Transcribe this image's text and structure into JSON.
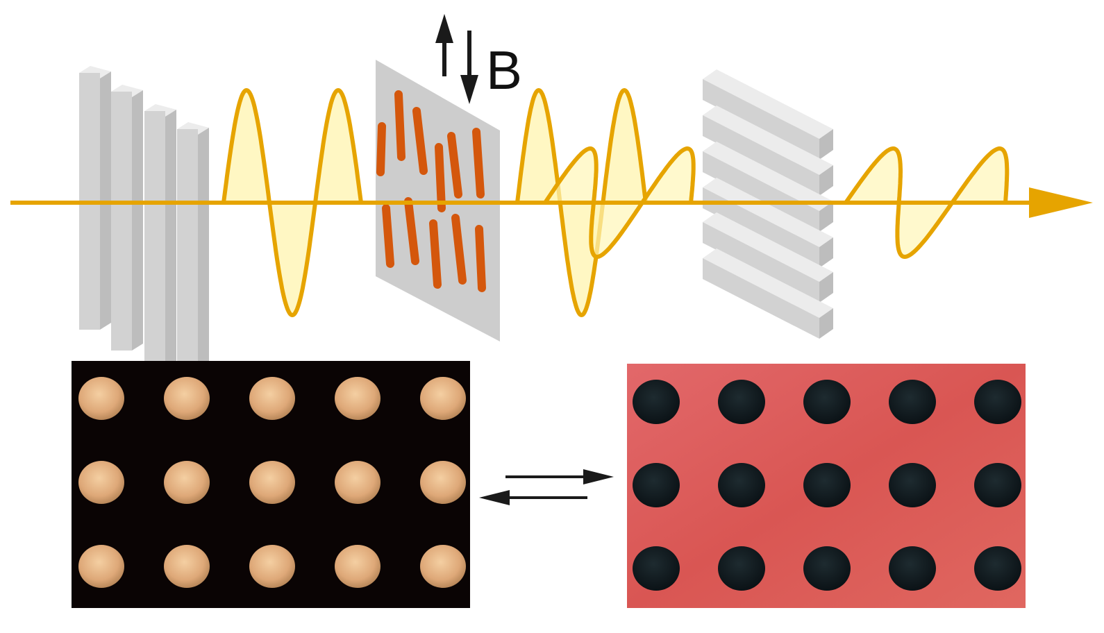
{
  "field_label": "B",
  "colors": {
    "background": "#ffffff",
    "beam": "#e6a400",
    "wave_fill": "#fff6b8",
    "polarizer_face": "#d2d2d2",
    "polarizer_side": "#bdbdbd",
    "polarizer_top": "#ececec",
    "lc_plate": "#c4c4c4",
    "lc_rod": "#d4570c",
    "arrow": "#1a1a1a",
    "image_dark_bg": "#0a0404",
    "image_dark_dot": "#e8b58a",
    "image_red_bg": "#df5f5c",
    "image_red_dot": "#121c22"
  },
  "icons": [
    "magnetic-field-arrows-icon",
    "beam-arrowhead-icon",
    "reversible-arrows-icon"
  ],
  "dot_grid": {
    "rows": 3,
    "cols": 5
  }
}
